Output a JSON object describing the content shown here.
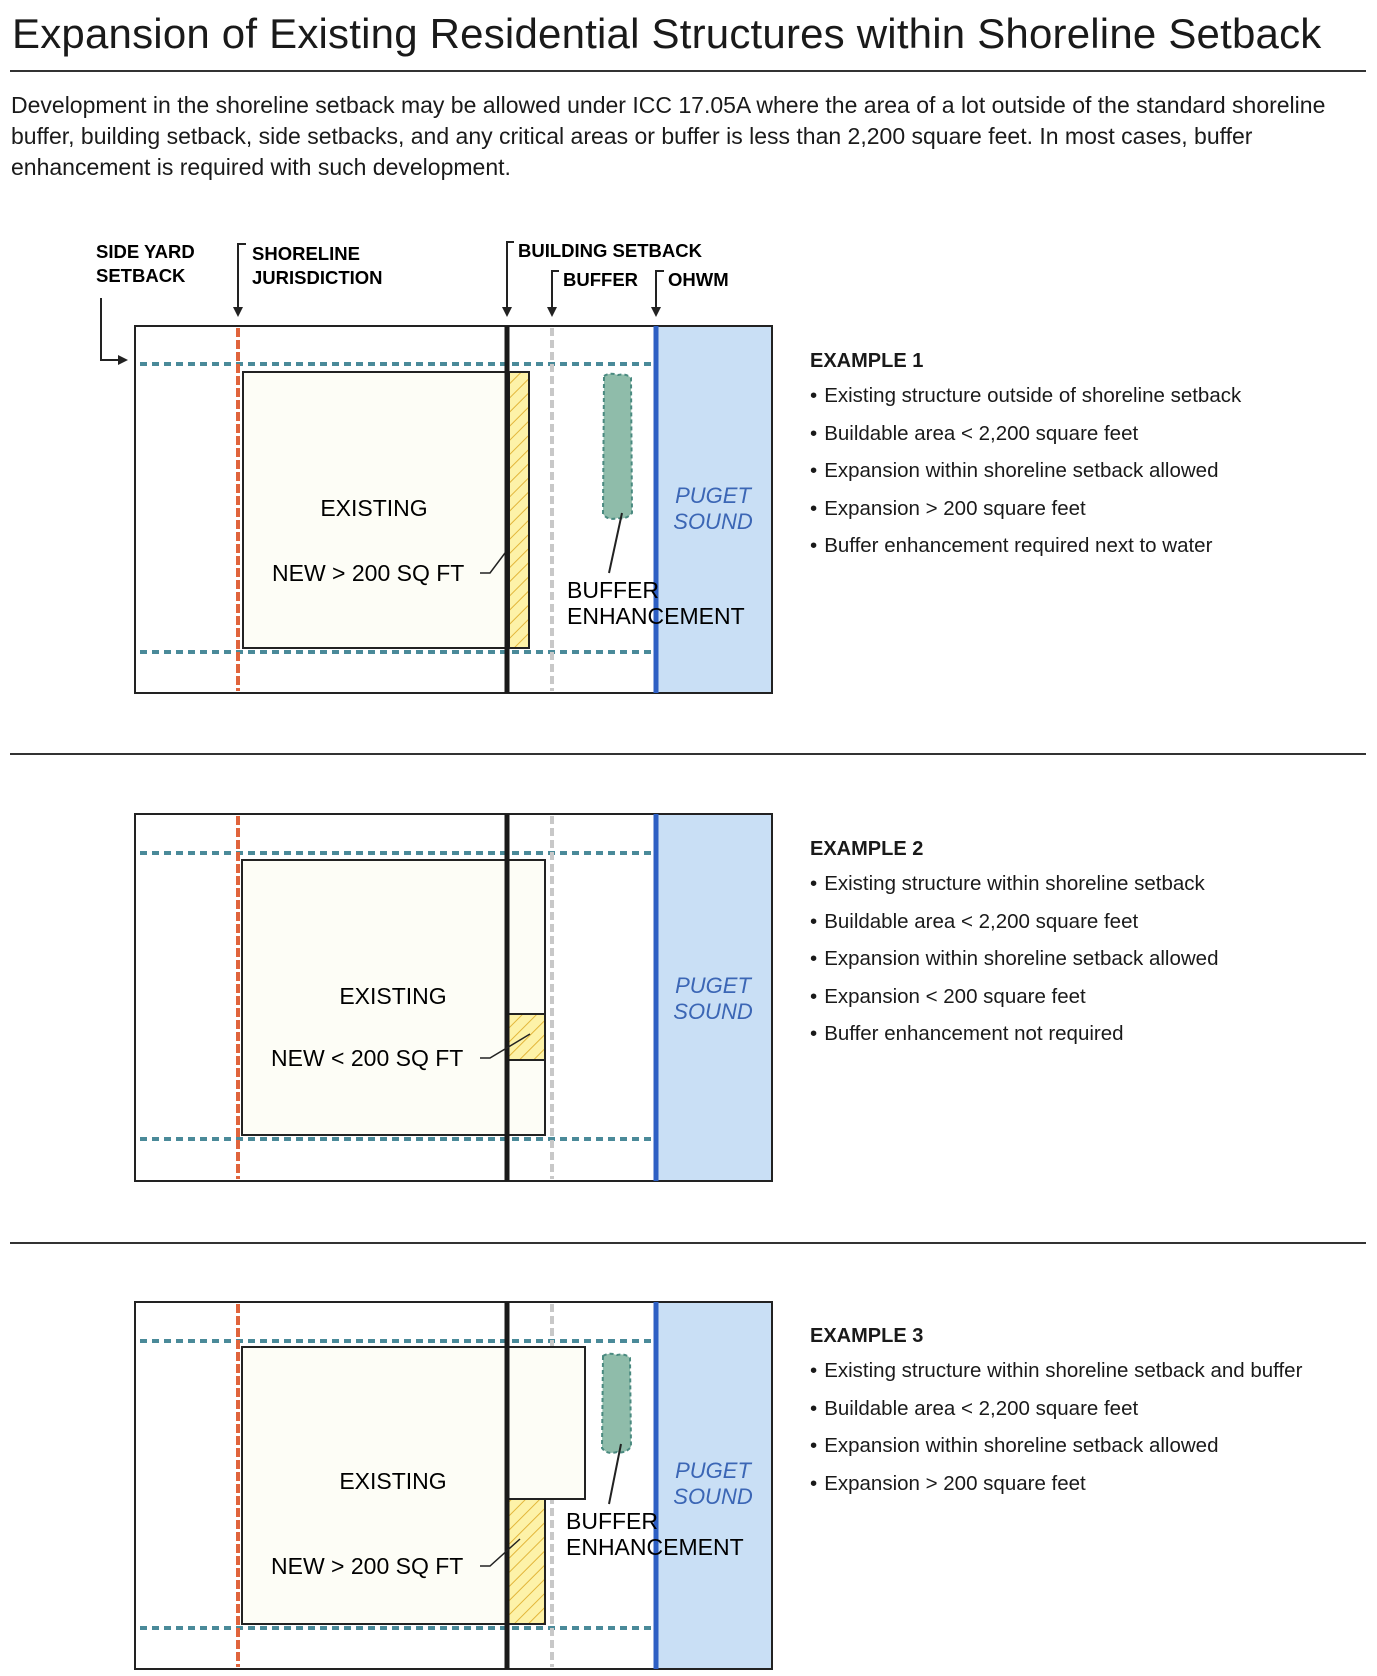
{
  "title": "Expansion of Existing Residential Structures within Shoreline Setback",
  "intro": "Development in the shoreline setback may be allowed under ICC 17.05A where the area of a lot outside of the standard shoreline buffer, building setback, side setbacks, and any critical areas or buffer is less than 2,200 square feet. In most cases, buffer enhancement is required with such development.",
  "top_labels": {
    "side_yard": [
      "SIDE YARD",
      "SETBACK"
    ],
    "shoreline_jurisdiction": [
      "SHORELINE",
      "JURISDICTION"
    ],
    "building_setback": "BUILDING SETBACK",
    "buffer": "BUFFER",
    "ohwm": "OHWM"
  },
  "water_label": [
    "PUGET",
    "SOUND"
  ],
  "existing_label": "EXISTING",
  "buffer_enhancement_label": [
    "BUFFER",
    "ENHANCEMENT"
  ],
  "examples": [
    {
      "title": "EXAMPLE 1",
      "new_label": "NEW > 200 SQ FT",
      "bullets": [
        "Existing structure outside of shoreline setback",
        "Buildable area < 2,200 square feet",
        "Expansion within shoreline setback allowed",
        "Expansion > 200 square feet",
        "Buffer enhancement required next to water"
      ]
    },
    {
      "title": "EXAMPLE 2",
      "new_label": "NEW < 200 SQ FT",
      "bullets": [
        "Existing structure within shoreline setback",
        "Buildable area < 2,200 square feet",
        "Expansion within shoreline setback allowed",
        "Expansion < 200 square feet",
        "Buffer enhancement not required"
      ]
    },
    {
      "title": "EXAMPLE 3",
      "new_label": "NEW > 200 SQ FT",
      "bullets": [
        "Existing structure within shoreline setback and buffer",
        "Buildable area < 2,200 square feet",
        "Expansion within shoreline setback allowed",
        "Expansion > 200 square feet"
      ]
    }
  ],
  "colors": {
    "setback_dash": "#4a8a99",
    "shoreline_jurisdiction": "#e0643c",
    "building_setback": "#1a1a1a",
    "buffer_line": "#c8c8c8",
    "ohwm": "#2d5fc4",
    "water": "#c9dff5",
    "water_text": "#3b66b5",
    "existing_fill": "#fdfdf6",
    "expansion_fill": "#fdf2a8",
    "expansion_hatch": "#e2b63a",
    "vegetation": "#8fbcaa"
  }
}
